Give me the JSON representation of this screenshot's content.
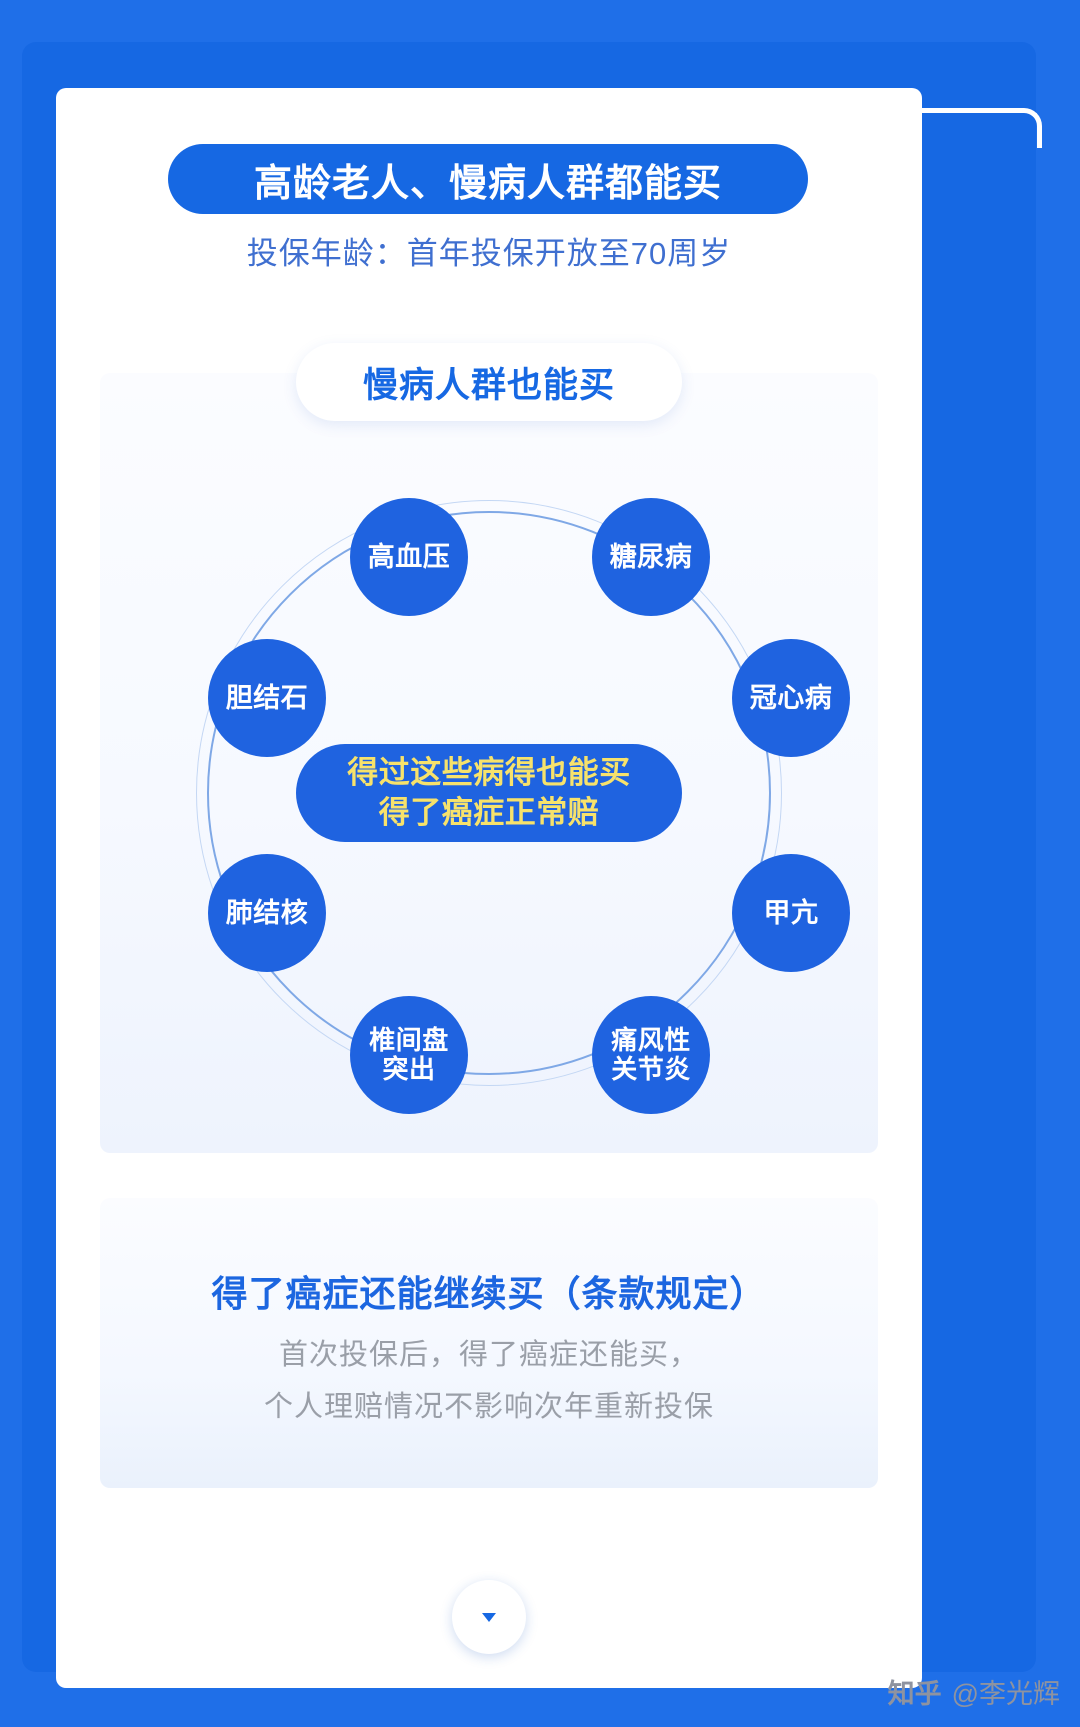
{
  "header": {
    "title": "高龄老人、慢病人群都能买",
    "subtitle": "投保年龄：首年投保开放至70周岁"
  },
  "section": {
    "pill_label": "慢病人群也能买",
    "center_badge": {
      "line1": "得过这些病得也能买",
      "line2": "得了癌症正常赔"
    },
    "nodes": [
      {
        "label": "高血压"
      },
      {
        "label": "糖尿病"
      },
      {
        "label": "冠心病"
      },
      {
        "label": "甲亢"
      },
      {
        "label": "痛风性\n关节炎",
        "line1": "痛风性",
        "line2": "关节炎"
      },
      {
        "label": "椎间盘\n突出",
        "line1": "椎间盘",
        "line2": "突出"
      },
      {
        "label": "肺结核"
      },
      {
        "label": "胆结石"
      }
    ]
  },
  "bottom": {
    "title": "得了癌症还能继续买（条款规定）",
    "line1": "首次投保后，得了癌症还能买，",
    "line2": "个人理赔情况不影响次年重新投保"
  },
  "footer": {
    "scroll_icon": "chevron-down-icon",
    "watermark_logo": "知乎",
    "watermark_user": "@李光辉"
  },
  "colors": {
    "brand_blue": "#1668e3",
    "node_blue": "#1f63e0",
    "badge_yellow": "#f7e26b",
    "subtitle_blue": "#3f6fd0",
    "muted_gray": "#9a9fa8"
  }
}
